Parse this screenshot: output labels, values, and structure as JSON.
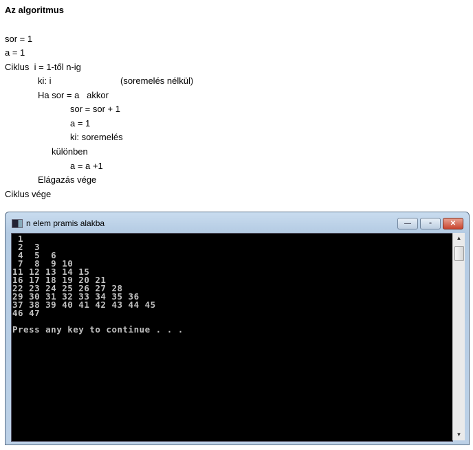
{
  "document": {
    "title": "Az algoritmus",
    "lines": [
      "sor = 1",
      "a = 1",
      "Ciklus  i = 1-től n-ig",
      "ki: i",
      "(soremelés nélkül)",
      "Ha sor = a   akkor",
      "sor = sor + 1",
      "a = 1",
      "ki: soremelés",
      "különben",
      "a = a +1",
      "Elágazás vége",
      "Ciklus vége"
    ]
  },
  "console_window": {
    "title": "n elem pramis alakba",
    "buttons": {
      "minimize": "—",
      "maximize": "▫",
      "close": "✕"
    },
    "output": " 1\n 2  3\n 4  5  6\n 7  8  9 10\n11 12 13 14 15\n16 17 18 19 20 21\n22 23 24 25 26 27 28\n29 30 31 32 33 34 35 36\n37 38 39 40 41 42 43 44 45\n46 47\n\nPress any key to continue . . .",
    "scroll_up": "▲",
    "scroll_down": "▼"
  }
}
